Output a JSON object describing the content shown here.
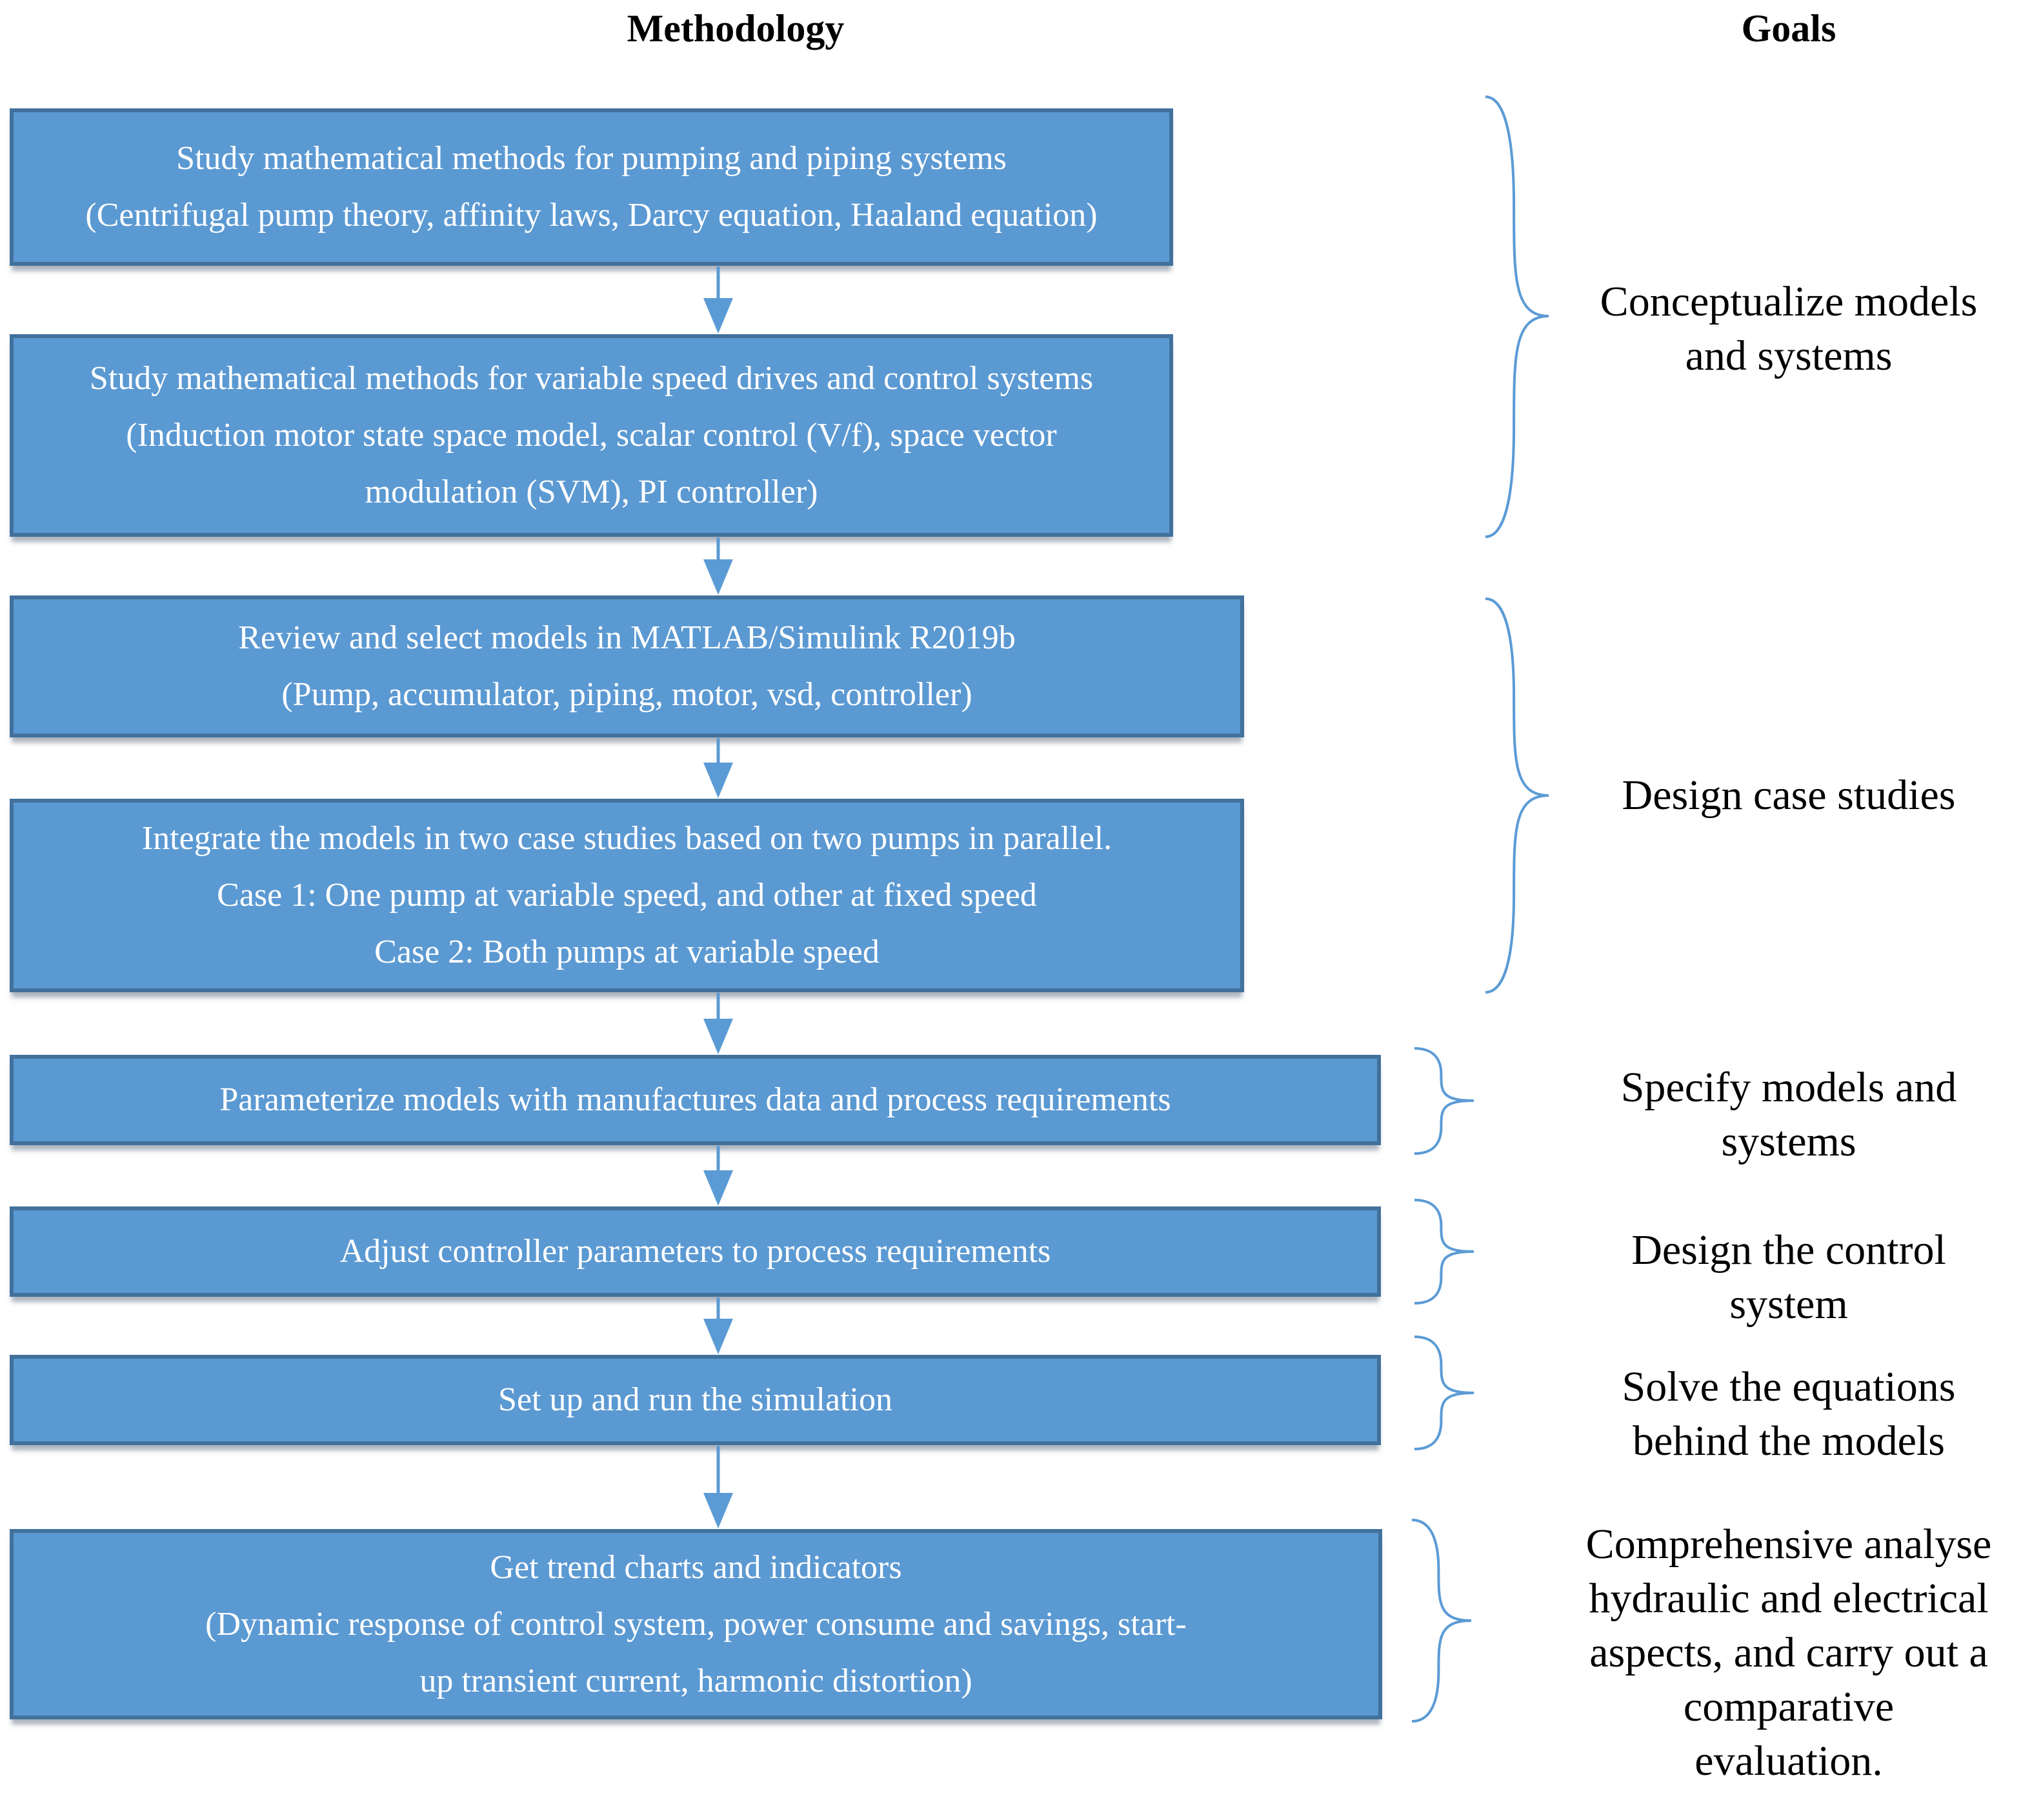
{
  "diagram": {
    "title_methodology": "Methodology",
    "title_goals": "Goals",
    "steps": [
      {
        "text": "Study mathematical methods for pumping and piping systems\n(Centrifugal pump theory, affinity laws, Darcy equation, Haaland equation)"
      },
      {
        "text": "Study mathematical methods for variable speed drives and control systems\n(Induction motor state space model, scalar control (V/f), space vector\nmodulation (SVM), PI controller)"
      },
      {
        "text": "Review and select models in MATLAB/Simulink R2019b\n(Pump, accumulator, piping, motor, vsd, controller)"
      },
      {
        "text": "Integrate the models in two case studies based on two pumps in parallel.\nCase 1: One pump at variable speed, and other at fixed speed\nCase 2: Both pumps at variable speed"
      },
      {
        "text": "Parameterize models with manufactures data and process requirements"
      },
      {
        "text": "Adjust controller parameters to process requirements"
      },
      {
        "text": "Set up and run the simulation"
      },
      {
        "text": "Get trend charts and indicators\n(Dynamic response of control system, power consume and savings, start-\nup transient current, harmonic distortion)"
      }
    ],
    "goals": [
      {
        "text": "Conceptualize models\nand systems"
      },
      {
        "text": "Design case studies"
      },
      {
        "text": "Specify models and\nsystems"
      },
      {
        "text": "Design the control\nsystem"
      },
      {
        "text": "Solve the equations\nbehind the models"
      },
      {
        "text": "Comprehensive analyse\nhydraulic and electrical\naspects, and carry out a\ncomparative\nevaluation."
      }
    ],
    "colors": {
      "box_fill": "#5b99d2",
      "box_border": "#41719c",
      "connector": "#5b9bd5",
      "box_text": "#ffffff",
      "goal_text": "#000000"
    },
    "icons": {
      "arrow": "down-arrow-icon",
      "brace": "right-brace-icon"
    }
  }
}
